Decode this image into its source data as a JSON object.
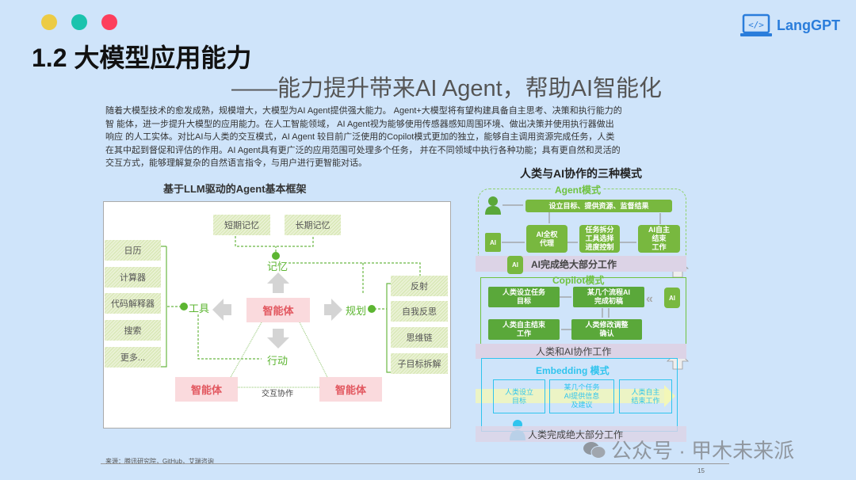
{
  "header": {
    "title": "1.2 大模型应用能力",
    "subtitle": "——能力提升带来AI Agent，帮助AI智能化",
    "logo": "LangGPT",
    "dot_colors": [
      "#eccb45",
      "#1bc3ad",
      "#fd3e5c"
    ]
  },
  "intro": [
    "随着大模型技术的愈发成熟，规模增大，大模型为AI Agent提供强大能力。 Agent+大模型将有望构建具备自主思考、决策和执行能力的",
    "智 能体，进一步提升大模型的应用能力。在人工智能领域， AI Agent视为能够使用传感器感知周围环境、做出决策并使用执行器做出",
    "响应 的人工实体。对比AI与人类的交互模式，AI Agent 较目前广泛使用的Copilot模式更加的独立，能够自主调用资源完成任务，人类",
    "在其中起到督促和评估的作用。AI Agent具有更广泛的应用范围可处理多个任务， 并在不同领域中执行各种功能；具有更自然和灵活的",
    "交互方式，能够理解复杂的自然语言指令，与用户进行更智能对话。"
  ],
  "left": {
    "title": "基于LLM驱动的Agent基本框架",
    "short_memory": "短期记忆",
    "long_memory": "长期记忆",
    "memory": "记忆",
    "tools_label": "工具",
    "tools": [
      "日历",
      "计算器",
      "代码解释器",
      "搜索",
      "更多..."
    ],
    "agent": "智能体",
    "planning": "规划",
    "plans": [
      "反射",
      "自我反思",
      "思维链",
      "子目标拆解"
    ],
    "action": "行动",
    "collab": "交互协作"
  },
  "right": {
    "title": "人类与AI协作的三种模式",
    "agent": {
      "label": "Agent模式",
      "top": "设立目标、提供资源、监督结果",
      "steps": [
        "AI全权\n代理",
        "任务拆分\n工具选择\n进度控制",
        "AI自主\n结束\n工作"
      ],
      "band": "AI完成绝大部分工作",
      "icon": "AI"
    },
    "copilot": {
      "label": "Copilot模式",
      "b1": "人类设立任务\n目标",
      "b2": "某几个流程AI\n完成初稿",
      "b3": "人类自主结束\n工作",
      "b4": "人类修改调整\n确认",
      "band": "人类和AI协作工作",
      "icon": "AI"
    },
    "embedding": {
      "label": "Embedding 模式",
      "b1": "人类设立\n目标",
      "b2": "某几个任务\nAI提供信息\n及建议",
      "b3": "人类自主\n结束工作",
      "band": "人类完成绝大部分工作"
    }
  },
  "footer": {
    "source": "来源：腾讯研究院，GitHub，艾瑞咨询",
    "page": "15",
    "watermark": "公众号 · 甲木未来派"
  }
}
